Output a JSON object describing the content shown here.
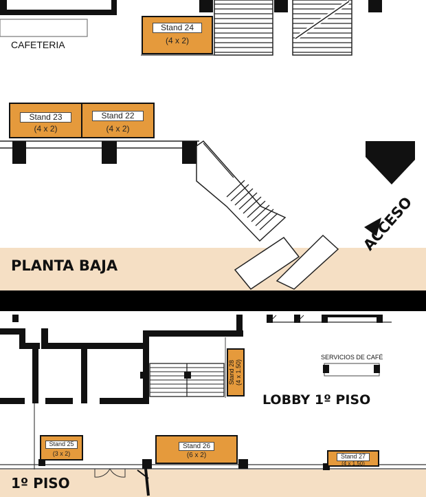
{
  "colors": {
    "stand_fill": "#e59a3c",
    "floor_band": "#f5dfc4",
    "walls": "#111111",
    "separator": "#000000"
  },
  "labels": {
    "cafeteria": "CAFETERIA",
    "planta_baja": "PLANTA BAJA",
    "acceso": "ACCESO",
    "lobby": "LOBBY 1º PISO",
    "primer_piso": "1º PISO",
    "servicios_cafe": "SERVICIOS DE CAFÉ"
  },
  "stands": {
    "s24": {
      "name": "Stand 24",
      "size": "(4 x 2)"
    },
    "s23": {
      "name": "Stand 23",
      "size": "(4 x 2)"
    },
    "s22": {
      "name": "Stand 22",
      "size": "(4 x 2)"
    },
    "s28": {
      "name": "Stand 28",
      "size": "(4 x 1.50)"
    },
    "s25": {
      "name": "Stand 25",
      "size": "(3 x 2)"
    },
    "s26": {
      "name": "Stand 26",
      "size": "(6 x 2)"
    },
    "s27": {
      "name": "Stand 27",
      "size": "(4 x 1.50)"
    }
  }
}
